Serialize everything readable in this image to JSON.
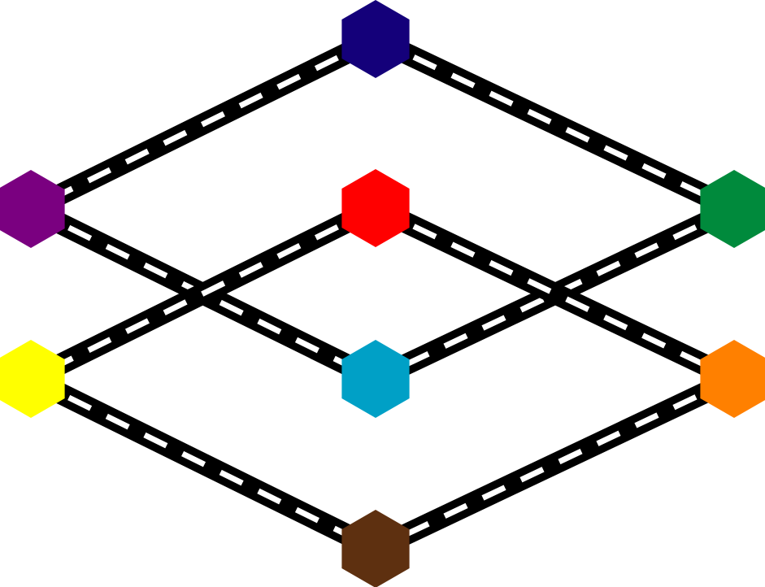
{
  "road_style": {
    "road_color": "#000000",
    "dash_color": "#ffffff"
  },
  "nodes": [
    {
      "id": "navy",
      "color": "#14007a"
    },
    {
      "id": "purple",
      "color": "#7a0080"
    },
    {
      "id": "green",
      "color": "#008a3c"
    },
    {
      "id": "red",
      "color": "#ff0000"
    },
    {
      "id": "yellow",
      "color": "#ffff00"
    },
    {
      "id": "cyan",
      "color": "#00a0c6"
    },
    {
      "id": "orange",
      "color": "#ff8000"
    },
    {
      "id": "brown",
      "color": "#5e3010"
    }
  ],
  "roads": [
    {
      "from": "navy",
      "to": "purple"
    },
    {
      "from": "navy",
      "to": "green"
    },
    {
      "from": "purple",
      "to": "cyan"
    },
    {
      "from": "green",
      "to": "cyan"
    },
    {
      "from": "red",
      "to": "yellow"
    },
    {
      "from": "red",
      "to": "orange"
    },
    {
      "from": "yellow",
      "to": "brown"
    },
    {
      "from": "orange",
      "to": "brown"
    }
  ]
}
